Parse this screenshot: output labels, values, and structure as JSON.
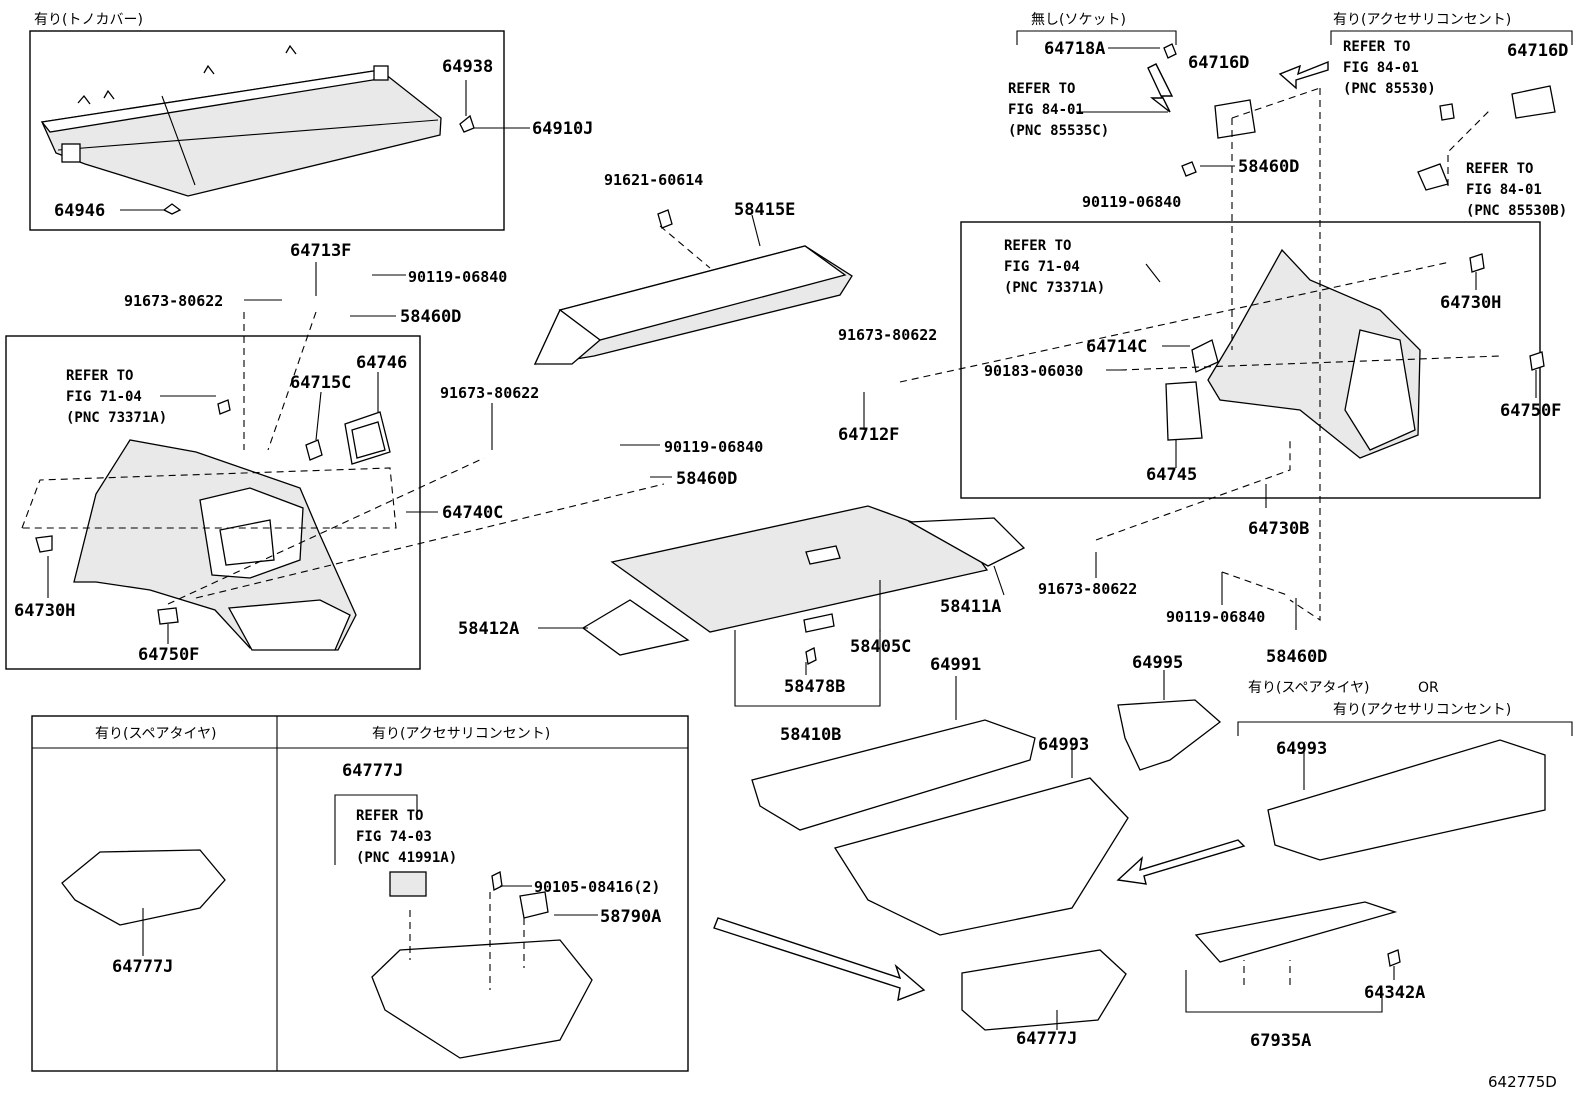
{
  "figure_id": "642775D",
  "section_labels": {
    "tonneau": "有り(トノカバー)",
    "no_socket": "無し(ソケット)",
    "acc_outlet_top": "有り(アクセサリコンセント)",
    "spare_or_a": "有り(スペアタイヤ)",
    "or": "OR",
    "spare_or_b": "有り(アクセサリコンセント)",
    "spare_tire_box": "有り(スペアタイヤ)",
    "acc_outlet_box": "有り(アクセサリコンセント)"
  },
  "part_numbers": {
    "p64938": "64938",
    "p64910J": "64910J",
    "p64946": "64946",
    "p64718A": "64718A",
    "p64716D_a": "64716D",
    "p64716D_b": "64716D",
    "p58460D_a": "58460D",
    "p90119_a": "90119-06840",
    "p91621": "91621-60614",
    "p58415E": "58415E",
    "p64713F": "64713F",
    "p90119_b": "90119-06840",
    "p91673_a": "91673-80622",
    "p58460D_b": "58460D",
    "p64746": "64746",
    "p64715C": "64715C",
    "p91673_b": "91673-80622",
    "p90119_c": "90119-06840",
    "p58460D_c": "58460D",
    "p64740C": "64740C",
    "p64730H_a": "64730H",
    "p64750F_a": "64750F",
    "p91673_c": "91673-80622",
    "p64712F": "64712F",
    "p64714C": "64714C",
    "p90183": "90183-06030",
    "p64745": "64745",
    "p64730H_b": "64730H",
    "p64750F_b": "64750F",
    "p64730B": "64730B",
    "p91673_d": "91673-80622",
    "p90119_d": "90119-06840",
    "p58460D_d": "58460D",
    "p58411A": "58411A",
    "p58412A": "58412A",
    "p58405C": "58405C",
    "p58478B": "58478B",
    "p58410B": "58410B",
    "p64991": "64991",
    "p64995": "64995",
    "p64993_a": "64993",
    "p64993_b": "64993",
    "p64777J_a": "64777J",
    "p64777J_b": "64777J",
    "p64777J_c": "64777J",
    "p90105": "90105-08416(2)",
    "p58790A": "58790A",
    "p64342A": "64342A",
    "p67935A": "67935A"
  },
  "references": {
    "r1": [
      "REFER TO",
      "FIG 84-01",
      "(PNC 85535C)"
    ],
    "r2": [
      "REFER TO",
      "FIG 84-01",
      "(PNC 85530)"
    ],
    "r3": [
      "REFER TO",
      "FIG 84-01",
      "(PNC 85530B)"
    ],
    "r4": [
      "REFER TO",
      "FIG 71-04",
      "(PNC 73371A)"
    ],
    "r5": [
      "REFER TO",
      "FIG 71-04",
      "(PNC 73371A)"
    ],
    "r6": [
      "REFER TO",
      "FIG 74-03",
      "(PNC 41991A)"
    ]
  }
}
